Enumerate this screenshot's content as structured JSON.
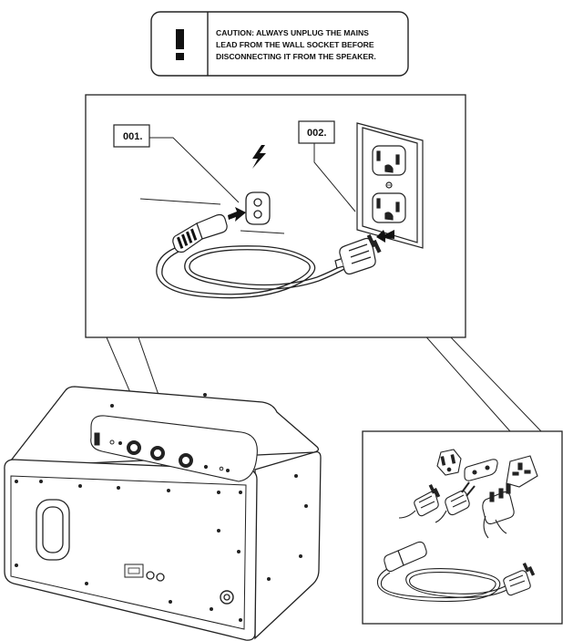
{
  "caution": {
    "icon": "exclamation-icon",
    "lines": [
      "CAUTION: ALWAYS UNPLUG THE MAINS",
      "LEAD FROM THE WALL SOCKET BEFORE",
      "DISCONNECTING IT FROM THE SPEAKER."
    ]
  },
  "steps": [
    {
      "label": "001."
    },
    {
      "label": "002."
    }
  ],
  "icons": {
    "power": "lightning-bolt-icon",
    "socket": "figure-eight-ac-inlet-icon",
    "wall": "us-wall-outlet-icon"
  },
  "plug_types": [
    "US",
    "EU",
    "UK"
  ]
}
